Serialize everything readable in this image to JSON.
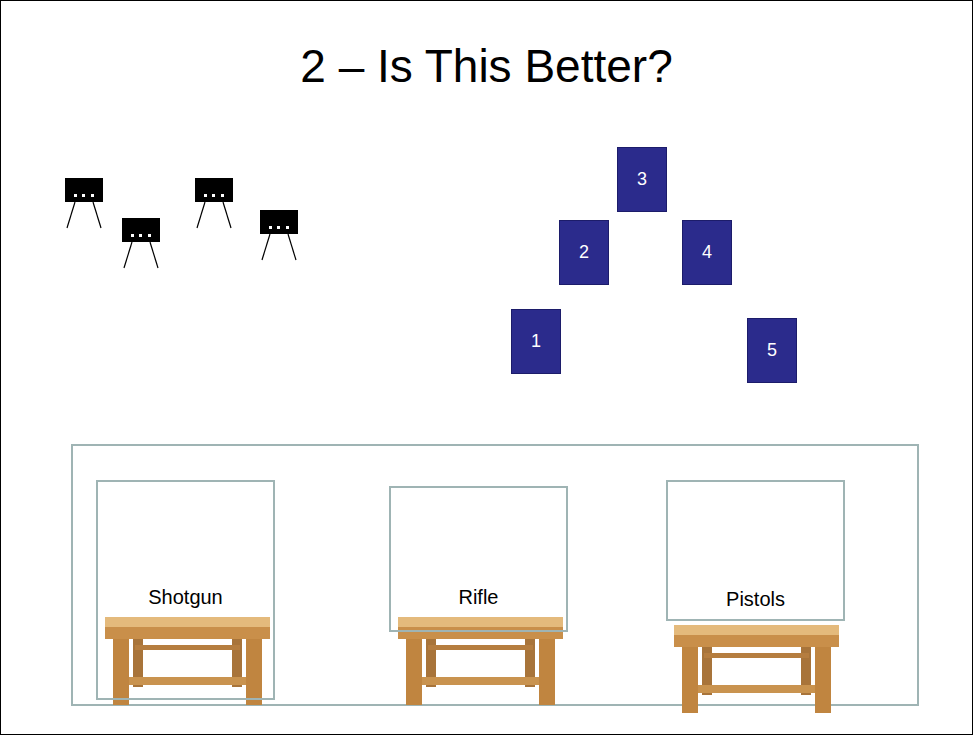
{
  "diagram": {
    "title": "2 – Is This Better?",
    "nodes": [
      {
        "text": [
          "1"
        ]
      },
      {
        "text": [
          "2"
        ]
      },
      {
        "text": [
          "3"
        ]
      },
      {
        "text": [
          "4"
        ]
      },
      {
        "text": [
          "5"
        ]
      },
      {
        "text": [
          "Shotgun"
        ]
      },
      {
        "text": [
          "Rifle"
        ]
      },
      {
        "text": [
          "Pistols"
        ]
      }
    ]
  }
}
